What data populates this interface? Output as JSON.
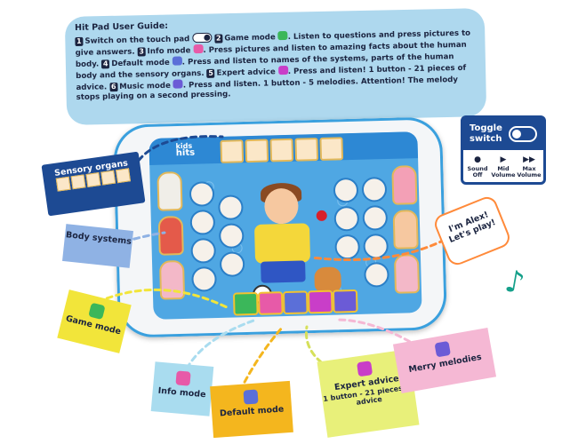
{
  "guide": {
    "title": "Hit Pad User Guide:",
    "steps": [
      {
        "num": "1",
        "text_a": "Switch on the touch pad",
        "text_b": ""
      },
      {
        "num": "2",
        "text_a": "Game mode",
        "text_b": ". Listen to questions and press pictures to give answers."
      },
      {
        "num": "3",
        "text_a": "Info mode",
        "text_b": ". Press pictures and listen to amazing facts about the human body."
      },
      {
        "num": "4",
        "text_a": "Default mode",
        "text_b": ". Press and listen to names of the systems, parts of the human body and the sensory organs."
      },
      {
        "num": "5",
        "text_a": "Expert advice",
        "text_b": ". Press and listen! 1 button - 21 pieces of advice."
      },
      {
        "num": "6",
        "text_a": "Music mode",
        "text_b": ". Press and listen. 1 button - 5 melodies."
      }
    ],
    "attention": "Attention! The melody stops playing on a second pressing."
  },
  "tablet": {
    "logo_line1": "kids",
    "logo_line2": "hits"
  },
  "labels": {
    "sensory": "Sensory organs",
    "body": "Body systems",
    "game": "Game mode",
    "info": "Info mode",
    "default": "Default mode",
    "expert": "Expert advice",
    "expert_sub": "1 button - 21 pieces of advice",
    "merry": "Merry melodies",
    "alex": "I'm Alex! Let's play!"
  },
  "toggle": {
    "title": "Toggle switch",
    "options": [
      {
        "icon": "●",
        "label": "Sound Off"
      },
      {
        "icon": "▶",
        "label": "Mid Volume"
      },
      {
        "icon": "▶▶",
        "label": "Max Volume"
      }
    ]
  },
  "colors": {
    "game": "#3bb75a",
    "info": "#e75aa8",
    "default": "#5b6fd8",
    "expert": "#c93ec8",
    "music": "#6b5bd6",
    "dark_blue": "#1d4a93"
  },
  "icons": {
    "music_note": "♪"
  }
}
